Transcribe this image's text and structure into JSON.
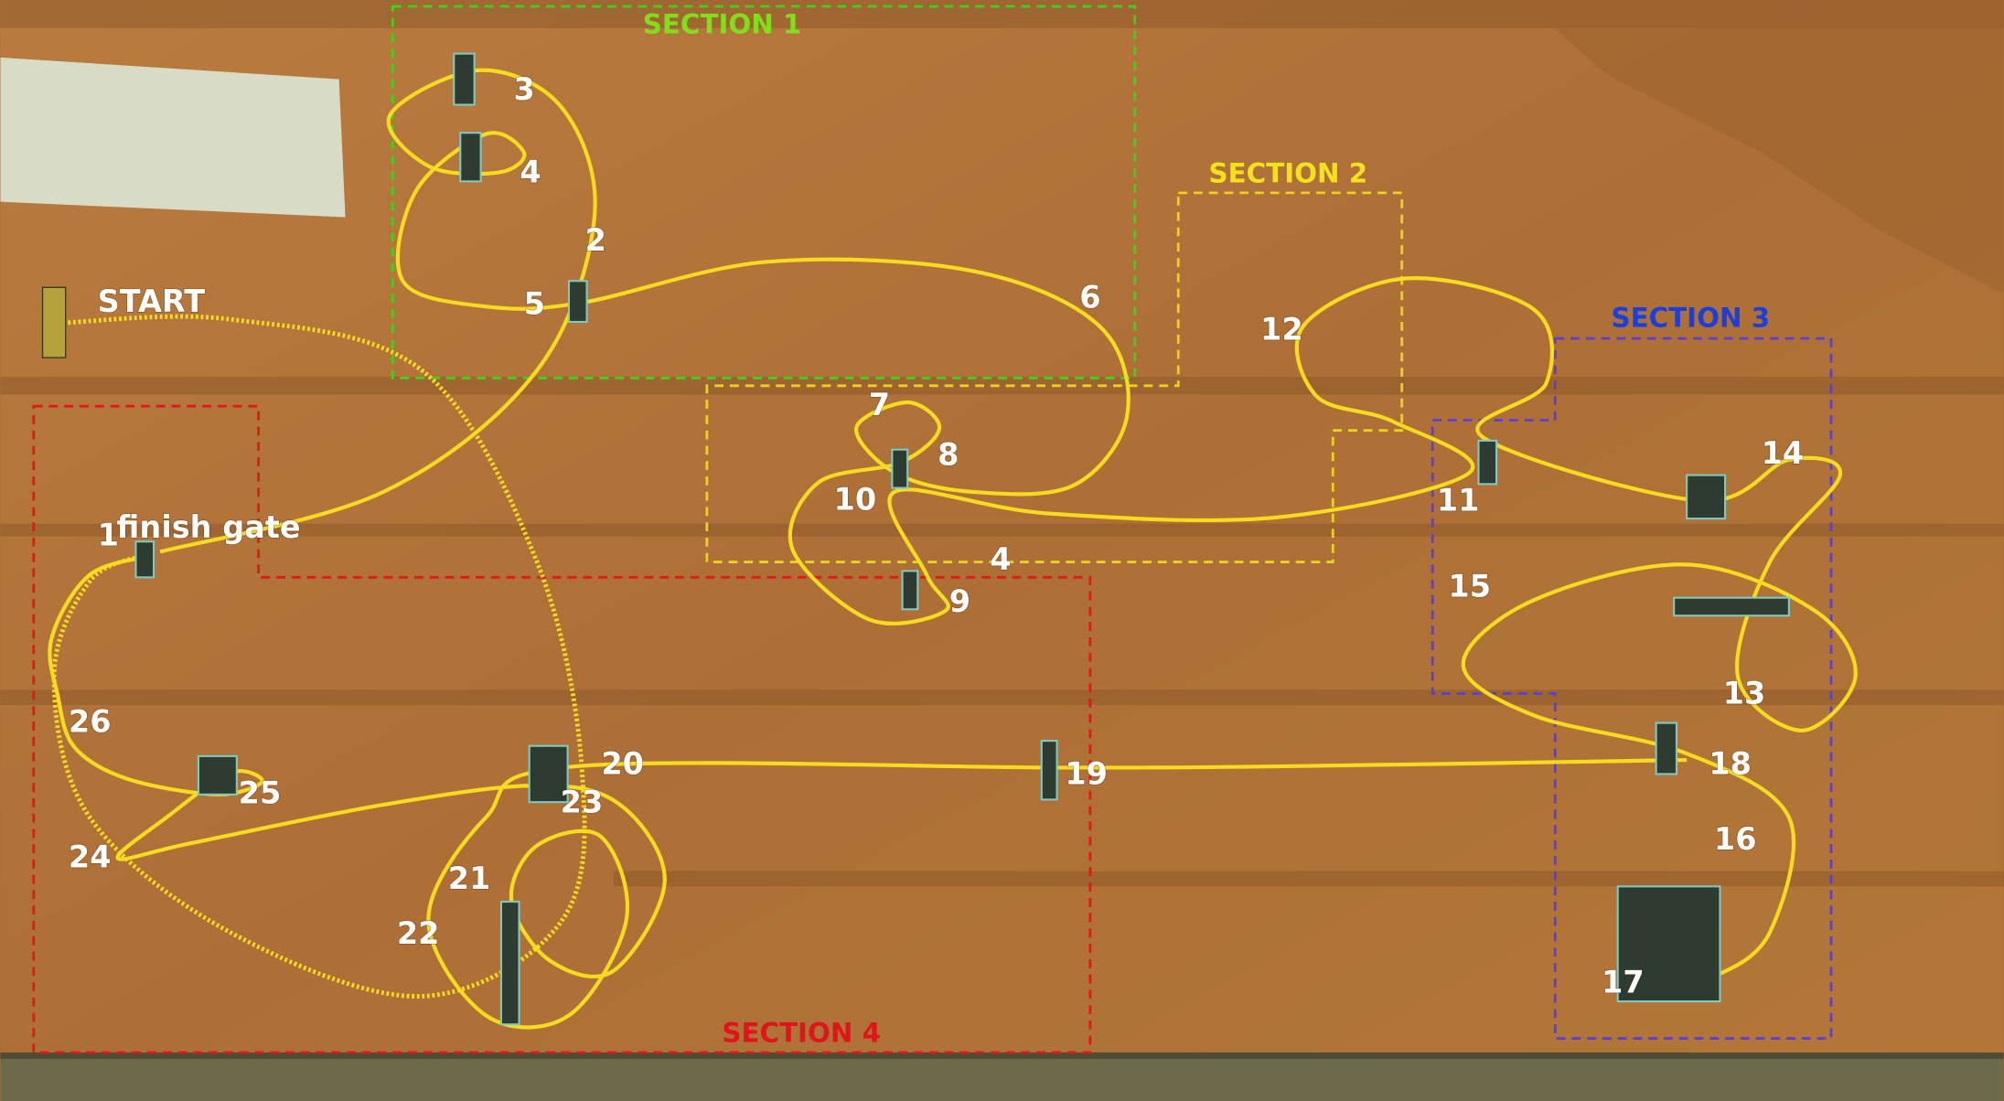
{
  "title_start": "START",
  "finish": {
    "number": "1",
    "label": "finish gate"
  },
  "sections": [
    {
      "label": "SECTION 1",
      "color": "#7fe019",
      "box_color": "#3fd21a"
    },
    {
      "label": "SECTION 2",
      "color": "#f2e21a",
      "box_color": "#e8d41a"
    },
    {
      "label": "SECTION 3",
      "color": "#1a3fe0",
      "box_color": "#5a3fd8"
    },
    {
      "label": "SECTION 4",
      "color": "#e0141a",
      "box_color": "#e01a1a"
    }
  ],
  "gate_labels": [
    "2",
    "3",
    "4",
    "5",
    "6",
    "7",
    "8",
    "10",
    "4",
    "9",
    "12",
    "11",
    "14",
    "15",
    "13",
    "18",
    "16",
    "17",
    "19",
    "20",
    "23",
    "21",
    "22",
    "25",
    "24",
    "26"
  ],
  "colors": {
    "ground": "#b0733a",
    "path": "#f5dc1e",
    "gate": "#2d3b30"
  }
}
